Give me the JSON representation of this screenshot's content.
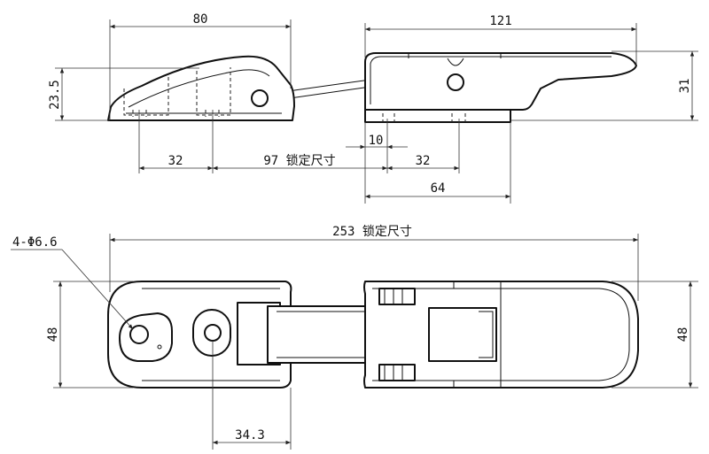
{
  "dimensions": {
    "side_body_length": "80",
    "side_body_height": "23.5",
    "side_hole_spacing_left": "32",
    "locked_spacing": "97 锁定尺寸",
    "hook_offset": "10",
    "side_hole_spacing_right": "32",
    "keeper_length": "64",
    "hook_length": "121",
    "hook_height": "31",
    "total_locked_length": "253 锁定尺寸",
    "mount_holes": "4-Φ6.6",
    "width_left": "48",
    "width_right": "48",
    "top_hole_spacing": "34.3"
  }
}
